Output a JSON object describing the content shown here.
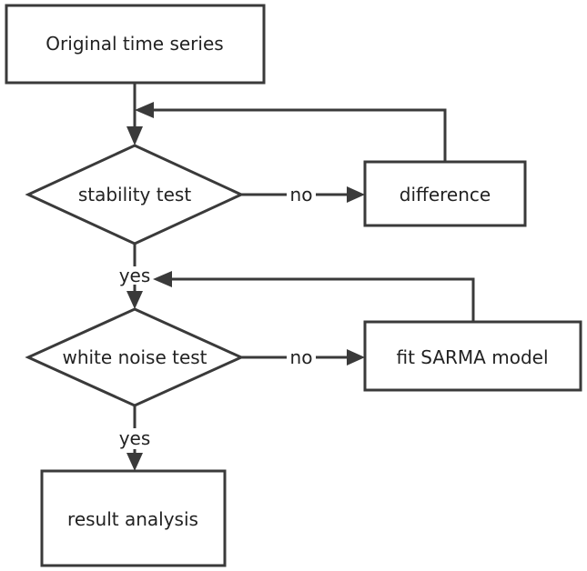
{
  "nodes": {
    "original": "Original time series",
    "stability": "stability test",
    "difference": "difference",
    "white_noise": "white noise test",
    "fit_model": "fit SARMA model",
    "result": "result analysis"
  },
  "edges": {
    "stability_no": "no",
    "stability_yes": "yes",
    "white_noise_no": "no",
    "white_noise_yes": "yes"
  }
}
